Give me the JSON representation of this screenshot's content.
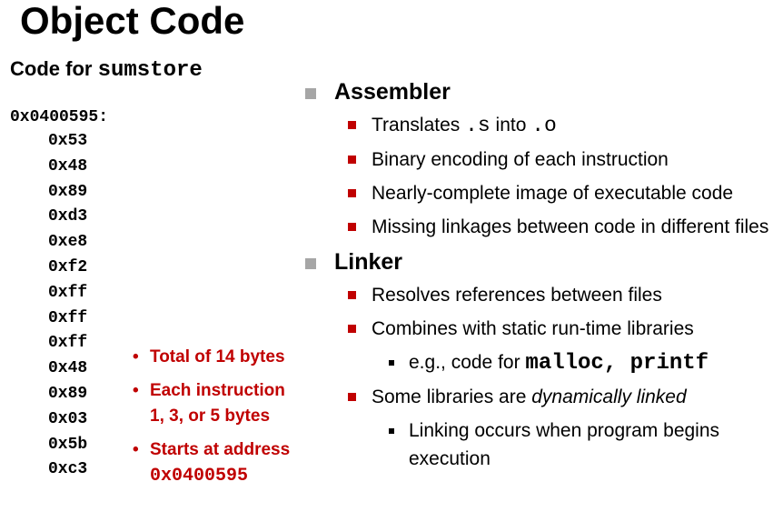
{
  "title": "Object Code",
  "subtitle": {
    "prefix": "Code for ",
    "func": "sumstore"
  },
  "listing": {
    "address": "0x0400595:",
    "bytes": [
      "0x53",
      "0x48",
      "0x89",
      "0xd3",
      "0xe8",
      "0xf2",
      "0xff",
      "0xff",
      "0xff",
      "0x48",
      "0x89",
      "0x03",
      "0x5b",
      "0xc3"
    ]
  },
  "notes": {
    "total": "Total of 14 bytes",
    "each_line1": "Each instruction",
    "each_line2": "1, 3, or 5 bytes",
    "starts": "Starts at address",
    "starts_addr": "0x0400595"
  },
  "assembler": {
    "heading": "Assembler",
    "item1": {
      "pre": "Translates ",
      "code1": ".s",
      "mid": " into ",
      "code2": ".o"
    },
    "item2": "Binary encoding of each instruction",
    "item3": "Nearly-complete image of executable code",
    "item4": "Missing linkages between code in different files"
  },
  "linker": {
    "heading": "Linker",
    "item1": "Resolves references between files",
    "item2": "Combines with static run-time libraries",
    "sub1": {
      "pre": "e.g., code for ",
      "code": "malloc, printf"
    },
    "item3": {
      "pre": "Some libraries are ",
      "em": "dynamically linked"
    },
    "sub2": "Linking occurs when program begins execution"
  },
  "colors": {
    "accent": "#c00000",
    "section_bullet": "#a6a6a6"
  }
}
